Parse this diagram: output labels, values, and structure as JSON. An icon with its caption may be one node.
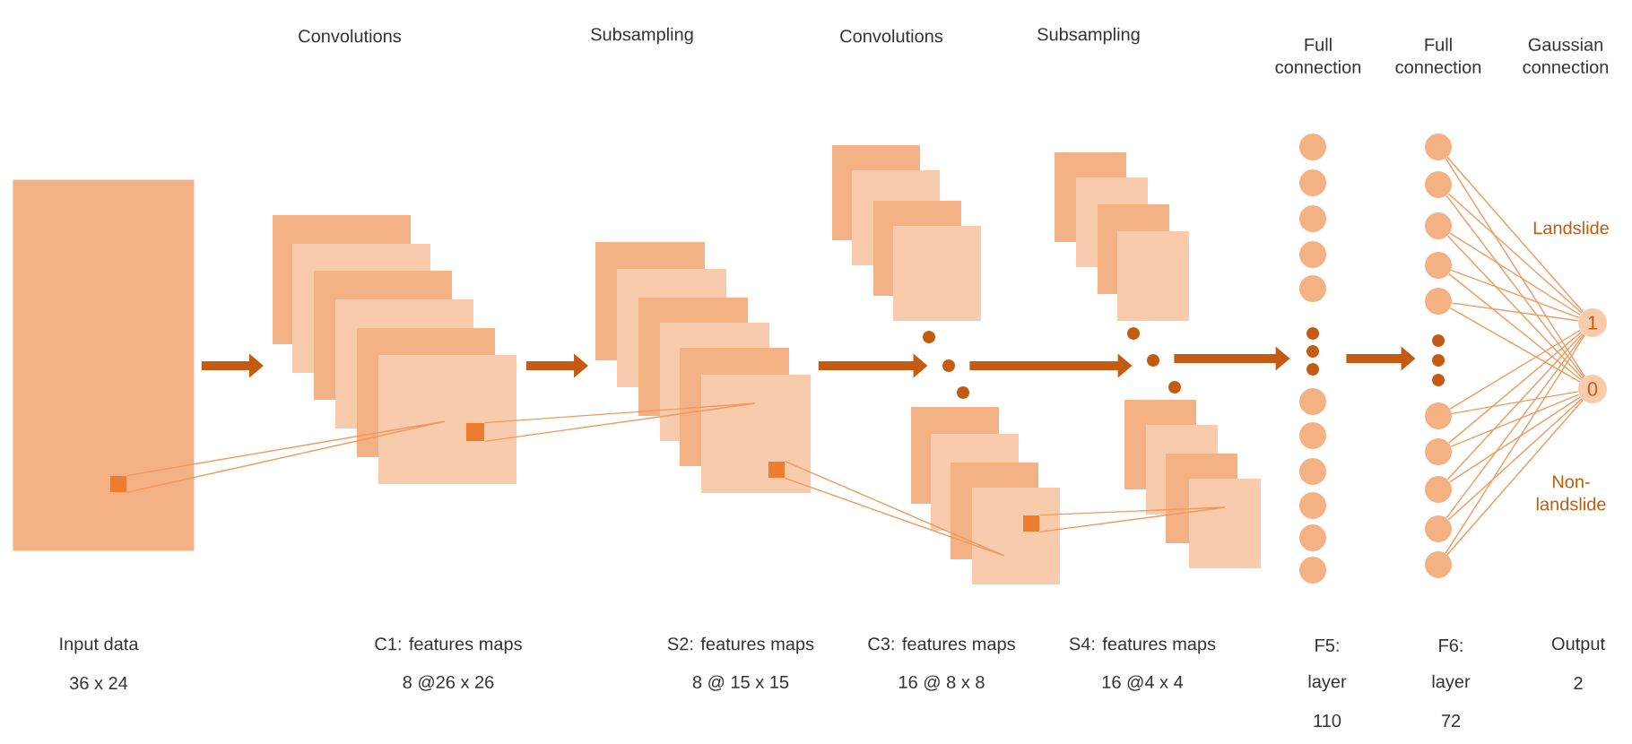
{
  "diagram": {
    "nodes": [
      {
        "text": [],
        "shape": "box"
      },
      {
        "text": [],
        "shape": "box",
        "in": 0
      },
      {
        "text": [],
        "shape": "box"
      },
      {
        "text": [],
        "shape": "box",
        "in": 2
      },
      {
        "text": [],
        "shape": "box"
      },
      {
        "text": [],
        "shape": "box",
        "in": 4
      },
      {
        "text": [],
        "shape": "box"
      },
      {
        "text": [],
        "shape": "circle"
      },
      {
        "text": [],
        "shape": "circle"
      },
      {
        "text": [],
        "shape": "circle"
      },
      {
        "text": [],
        "shape": "box"
      },
      {
        "text": [],
        "shape": "box",
        "in": 10
      },
      {
        "text": [],
        "shape": "box"
      },
      {
        "text": [],
        "shape": "circle"
      },
      {
        "text": [],
        "shape": "circle"
      },
      {
        "text": [],
        "shape": "circle"
      },
      {
        "text": [],
        "shape": "box"
      },
      {
        "text": [],
        "shape": "circle"
      },
      {
        "text": [],
        "shape": "circle"
      },
      {
        "text": [],
        "shape": "circle"
      },
      {
        "text": [],
        "shape": "circle"
      },
      {
        "text": [],
        "shape": "circle"
      },
      {
        "text": [],
        "shape": "circle"
      },
      {
        "text": [],
        "shape": "circle"
      },
      {
        "text": [],
        "shape": "circle"
      },
      {
        "text": [],
        "shape": "circle"
      },
      {
        "text": [],
        "shape": "circle"
      },
      {
        "text": [],
        "shape": "circle"
      },
      {
        "text": [],
        "shape": "circle"
      },
      {
        "text": [],
        "shape": "circle"
      },
      {
        "text": [],
        "shape": "circle"
      },
      {
        "text": [],
        "shape": "circle"
      },
      {
        "text": [],
        "shape": "circle"
      },
      {
        "text": [],
        "shape": "circle"
      },
      {
        "text": [],
        "shape": "circle"
      },
      {
        "text": [],
        "shape": "circle"
      },
      {
        "text": [],
        "shape": "circle"
      },
      {
        "text": [],
        "shape": "circle"
      },
      {
        "text": [],
        "shape": "circle"
      },
      {
        "text": [],
        "shape": "circle"
      },
      {
        "text": [],
        "shape": "circle"
      },
      {
        "text": [],
        "shape": "circle"
      },
      {
        "text": [],
        "shape": "circle"
      },
      {
        "text": [],
        "shape": "circle"
      },
      {
        "text": [
          "1"
        ]
      },
      {
        "text": [
          "0"
        ]
      }
    ],
    "edges": [
      {
        "from": 0,
        "to": 2,
        "arrow": "to",
        "style": "thick",
        "color": "#c55a11"
      },
      {
        "from": 2,
        "to": 4,
        "arrow": "to",
        "style": "thick",
        "color": "#c55a11"
      },
      {
        "from": 4,
        "to": 8,
        "arrow": "to",
        "style": "thick",
        "color": "#c55a11"
      },
      {
        "from": 8,
        "to": 14,
        "arrow": "to",
        "style": "thick",
        "color": "#c55a11"
      },
      {
        "from": 14,
        "to": 23,
        "arrow": "to",
        "style": "thick",
        "color": "#c55a11"
      },
      {
        "from": 23,
        "to": 37,
        "arrow": "to",
        "style": "thick",
        "color": "#c55a11"
      },
      {
        "from": 1,
        "to": null,
        "arrow": "none"
      },
      {
        "from": 3,
        "to": null,
        "arrow": "none"
      },
      {
        "from": 5,
        "to": null,
        "arrow": "none"
      },
      {
        "from": 11,
        "to": null,
        "arrow": "none"
      },
      {
        "from": 31,
        "to": 44,
        "arrow": "none"
      },
      {
        "from": 31,
        "to": 45,
        "arrow": "none"
      },
      {
        "from": 32,
        "to": 44,
        "arrow": "none"
      },
      {
        "from": 32,
        "to": 45,
        "arrow": "none"
      },
      {
        "from": 33,
        "to": 44,
        "arrow": "none"
      },
      {
        "from": 33,
        "to": 45,
        "arrow": "none"
      },
      {
        "from": 34,
        "to": 44,
        "arrow": "none"
      },
      {
        "from": 34,
        "to": 45,
        "arrow": "none"
      },
      {
        "from": 35,
        "to": 44,
        "arrow": "none"
      },
      {
        "from": 35,
        "to": 45,
        "arrow": "none"
      },
      {
        "from": 39,
        "to": 44,
        "arrow": "none"
      },
      {
        "from": 39,
        "to": 45,
        "arrow": "none"
      },
      {
        "from": 40,
        "to": 44,
        "arrow": "none"
      },
      {
        "from": 40,
        "to": 45,
        "arrow": "none"
      },
      {
        "from": 41,
        "to": 44,
        "arrow": "none"
      },
      {
        "from": 41,
        "to": 45,
        "arrow": "none"
      },
      {
        "from": 42,
        "to": 44,
        "arrow": "none"
      },
      {
        "from": 42,
        "to": 45,
        "arrow": "none"
      },
      {
        "from": 43,
        "to": 44,
        "arrow": "none"
      },
      {
        "from": 43,
        "to": 45,
        "arrow": "none"
      }
    ],
    "labels": [
      "Convolutions",
      "Subsampling",
      "Convolutions",
      "Subsampling",
      "Full connection",
      "Full connection",
      "Gaussian connection",
      "Landslide",
      "Non-landslide",
      "Input data",
      "36 x 24",
      "C1: features maps",
      "8 @26 x 26",
      "S2: features maps",
      "8 @ 15 x 15",
      "C3: features maps",
      "16 @ 8 x 8",
      "S4: features maps",
      "16 @4 x 4",
      "F5:",
      "layer",
      "110",
      "F6:",
      "layer",
      "72",
      "Output",
      "2"
    ]
  }
}
